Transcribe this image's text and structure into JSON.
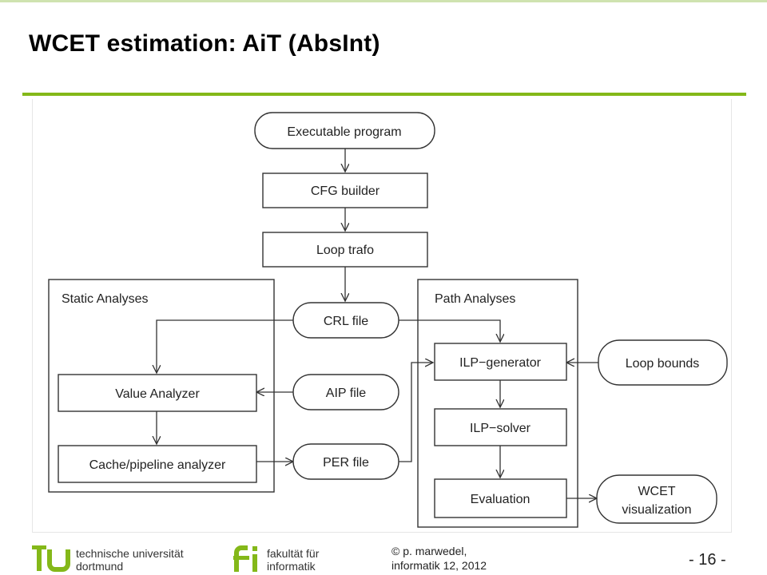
{
  "slide": {
    "title": "WCET estimation: AiT (AbsInt)",
    "page": "- 16 -"
  },
  "diagram": {
    "nodes": {
      "executable": "Executable program",
      "cfg": "CFG builder",
      "loop_trafo": "Loop trafo",
      "crl": "CRL file",
      "aip": "AIP file",
      "per": "PER file",
      "value": "Value Analyzer",
      "cache": "Cache/pipeline analyzer",
      "ilp_gen": "ILP−generator",
      "ilp_solver": "ILP−solver",
      "evaluation": "Evaluation",
      "loop_bounds": "Loop bounds",
      "wcet_line1": "WCET",
      "wcet_line2": "visualization"
    },
    "groups": {
      "static": "Static   Analyses",
      "path": "Path  Analyses"
    }
  },
  "footer": {
    "university_line1": "technische universität",
    "university_line2": "dortmund",
    "faculty_line1": "fakultät für",
    "faculty_line2": "informatik",
    "copyright_line1": "© p. marwedel,",
    "copyright_line2": "informatik 12,  2012"
  },
  "colors": {
    "accent_green": "#84b819",
    "diagram_line": "#333333"
  }
}
